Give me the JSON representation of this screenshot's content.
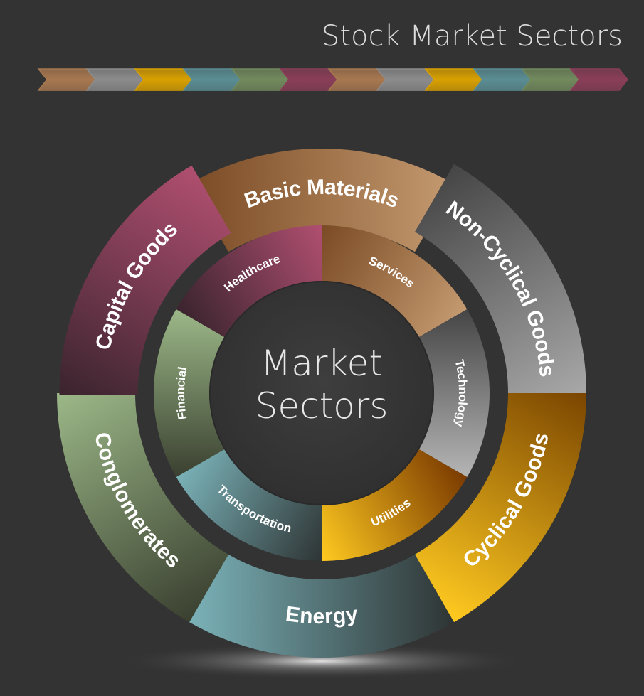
{
  "header": {
    "title": "Stock Market Sectors"
  },
  "center": {
    "line1": "Market",
    "line2": "Sectors"
  },
  "outer_ring": [
    {
      "label": "Basic Materials",
      "icon": "",
      "color_light": "#c49a70",
      "color_dark": "#7a4a24"
    },
    {
      "label": "Non-Cyclical Goods",
      "color_light": "#a8a8a8",
      "color_dark": "#454545"
    },
    {
      "label": "Cyclical Goods",
      "color_light": "#ffca20",
      "color_dark": "#7a4500"
    },
    {
      "label": "Energy",
      "color_light": "#7ab2b8",
      "color_dark": "#2e3434"
    },
    {
      "label": "Conglomerates",
      "color_light": "#9cb888",
      "color_dark": "#3a4030"
    },
    {
      "label": "Capital Goods",
      "color_light": "#b04f70",
      "color_dark": "#3a242e"
    }
  ],
  "inner_ring": [
    {
      "label": "Services",
      "color_light": "#c49a70",
      "color_dark": "#7a4a24"
    },
    {
      "label": "Technology",
      "color_light": "#b5b5b5",
      "color_dark": "#454545"
    },
    {
      "label": "Utilities",
      "color_light": "#ffca20",
      "color_dark": "#7a3a00"
    },
    {
      "label": "Transportation",
      "color_light": "#7ab2b8",
      "color_dark": "#2e3434"
    },
    {
      "label": "Financial",
      "color_light": "#9cb888",
      "color_dark": "#3a4030"
    },
    {
      "label": "Healthcare",
      "color_light": "#b04f70",
      "color_dark": "#3a242e"
    }
  ],
  "arrow_colors": [
    "#a87850",
    "#8c8c8c",
    "#d8a000",
    "#5a8e94",
    "#728a5e",
    "#8a3e58",
    "#a87850",
    "#8c8c8c",
    "#d8a000",
    "#5a8e94",
    "#728a5e",
    "#8a3e58"
  ]
}
